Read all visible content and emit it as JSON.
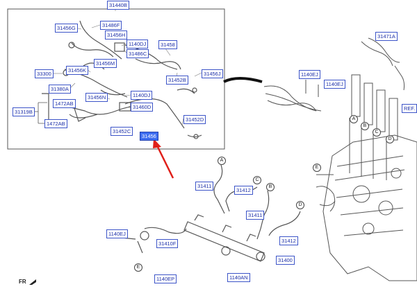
{
  "labels": {
    "l31440b": "31440B",
    "l31456g": "31456G",
    "l31486f": "31486F",
    "l31456h": "31456H",
    "l1140dj_a": "1140DJ",
    "l31486c": "31486C",
    "l31458": "31458",
    "l31456m": "31456M",
    "l33300": "33300",
    "l31456k": "31456K",
    "l31456j": "31456J",
    "l31452b": "31452B",
    "l31380a": "31380A",
    "l31456n": "31456N",
    "l1140dj_b": "1140DJ",
    "l1472ab_a": "1472AB",
    "l31460d": "31460D",
    "l31319b": "31319B",
    "l1472ab_b": "1472AB",
    "l31452c": "31452C",
    "l31452d": "31452D",
    "l31456": "31456",
    "l31471a": "31471A",
    "l1140ej_a": "1140EJ",
    "l1140ej_b": "1140EJ",
    "lref": "REF.",
    "l31411": "31411",
    "l31412_a": "31412",
    "l31411_b": "31411",
    "l31412_b": "31412",
    "l1140ej_c": "1140EJ",
    "l31410f": "31410F",
    "l31400": "31400",
    "l1140ep": "1140EP",
    "l1140an": "1140AN"
  },
  "circles": {
    "a1": "A",
    "b1": "B",
    "c1": "C",
    "d1": "D",
    "e1": "E",
    "a2": "A",
    "c2": "C",
    "b2": "B",
    "d2": "D",
    "e2": "E"
  },
  "direction": "FR",
  "colors": {
    "label_border": "#3c54c8",
    "label_text": "#1c2fa8",
    "highlight": "#3f6ef0",
    "arrow": "#e0201a"
  }
}
